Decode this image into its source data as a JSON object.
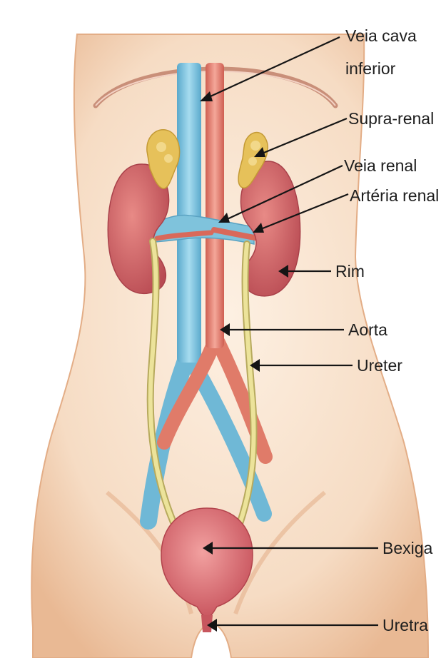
{
  "diagram": {
    "labels": {
      "vena_cava_line1": "Veia cava",
      "vena_cava_line2": "inferior",
      "adrenal": "Supra-renal",
      "renal_vein": "Veia renal",
      "renal_artery": "Artéria renal",
      "kidney": "Rim",
      "aorta": "Aorta",
      "ureter": "Ureter",
      "bladder": "Bexiga",
      "urethra": "Uretra"
    },
    "colors": {
      "skin": "#f6dcc4",
      "skin_shadow": "#e9b994",
      "vein": "#7fc3dc",
      "artery": "#e07b69",
      "kidney": "#c9575a",
      "adrenal": "#e6c15a",
      "ureter": "#ece39a",
      "bladder": "#d66a6a"
    }
  }
}
